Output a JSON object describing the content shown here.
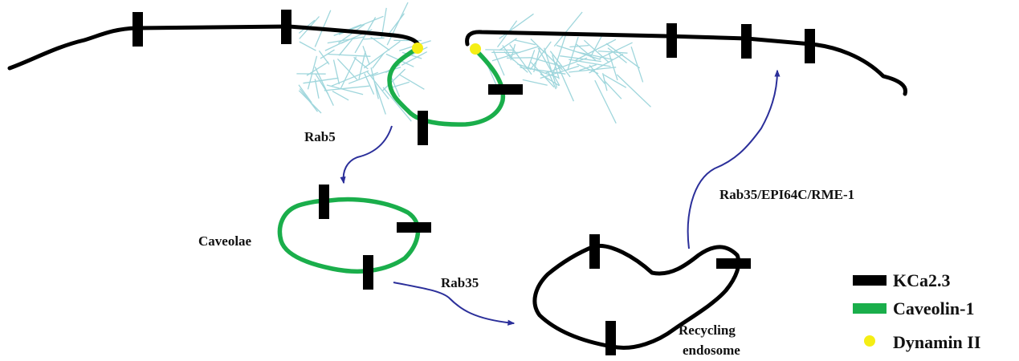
{
  "colors": {
    "kca": "#000000",
    "caveolin": "#1aae4b",
    "dynamin": "#f5ee14",
    "arrow": "#2b2f9a",
    "cytoskeleton": "#9fd6dc"
  },
  "labels": {
    "rab5": "Rab5",
    "caveolae": "Caveolae",
    "rab35": "Rab35",
    "recycling_line1": "Recycling",
    "recycling_line2": "endosome",
    "recycle_path": "Rab35/EPI64C/RME-1"
  },
  "legend": [
    {
      "label": "KCa2.3",
      "swatch": "kca-bar"
    },
    {
      "label": "Caveolin-1",
      "swatch": "caveolin-bar"
    },
    {
      "label": "Dynamin II",
      "swatch": "dynamin-dot"
    }
  ]
}
